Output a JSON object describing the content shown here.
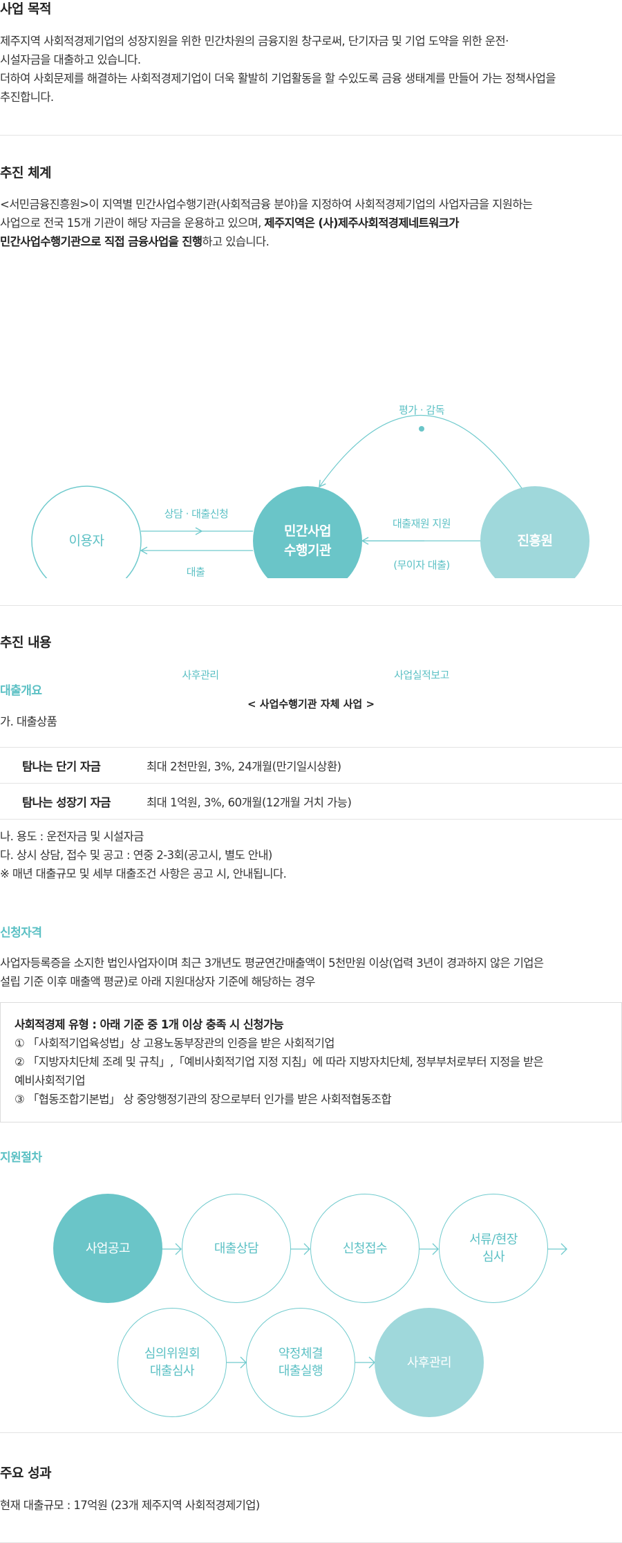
{
  "purpose": {
    "title": "사업 목적",
    "line1": "제주지역 사회적경제기업의 성장지원을 위한 민간차원의 금융지원 창구로써, 단기자금 및 기업 도약을 위한 운전·",
    "line2": "시설자금을 대출하고 있습니다.",
    "line3": "더하여 사회문제를 해결하는 사회적경제기업이 더욱 활발히 기업활동을 할 수있도록 금융 생태계를 만들어 가는 정책사업을",
    "line4": "추진합니다."
  },
  "system": {
    "title": "추진 체계",
    "line1": "<서민금융진흥원>이 지역별 민간사업수행기관(사회적금융 분야)을 지정하여 사회적경제기업의 사업자금을 지원하는",
    "line2a": "사업으로 전국 15개 기관이 해당 자금을 운용하고 있으며, ",
    "line2b": "제주지역은 (사)제주사회적경제네트워크가",
    "line3a": "민간사업수행기관으로 직접 금융사업을 진행",
    "line3b": "하고 있습니다.",
    "diagram": {
      "user": "이용자",
      "agency_l1": "민간사업",
      "agency_l2": "수행기관",
      "promotion": "진흥원",
      "eval": "평가 · 감독",
      "consult": "상담 · 대출신청",
      "loan": "대출",
      "fund_support": "대출재원 지원",
      "no_interest": "(무이자 대출)",
      "aftercare": "사후관리",
      "report": "사업실적보고",
      "caption": "< 사업수행기관 자체 사업 >"
    }
  },
  "content": {
    "title": "추진 내용",
    "overview_title": "대출개요",
    "product_label": "가. 대출상품",
    "loans": [
      {
        "name": "탐나는 단기 자금",
        "desc": "최대 2천만원, 3%, 24개월(만기일시상환)"
      },
      {
        "name": "탐나는 성장기 자금",
        "desc": "최대 1억원, 3%, 60개월(12개월 거치 가능)"
      }
    ],
    "note1": "나. 용도 : 운전자금 및 시설자금",
    "note2": "다. 상시 상담, 접수 및 공고 : 연중 2-3회(공고시, 별도 안내)",
    "note3": "※ 매년 대출규모 및 세부 대출조건 사항은 공고 시, 안내됩니다.",
    "eligibility_title": "신청자격",
    "elig1": "사업자등록증을 소지한 법인사업자이며 최근 3개년도 평균연간매출액이 5천만원 이상(업력 3년이 경과하지 않은 기업은",
    "elig2": "설립 기준 이후 매출액 평균)로 아래 지원대상자 기준에 해당하는 경우",
    "box_title": "사회적경제 유형 : 아래 기준 중 1개 이상 충족 시 신청가능",
    "box1": "① 「사회적기업육성법」상 고용노동부장관의 인증을 받은 사회적기업",
    "box2a": "② 「지방자치단체 조례 및 규칙」,「예비사회적기업 지정 지침」에 따라 지방자치단체, 정부부처로부터 지정을 받은",
    "box2b": "예비사회적기업",
    "box3": "③ 「협동조합기본법」 상 중앙행정기관의 장으로부터 인가를 받은 사회적협동조합",
    "procedure_title": "지원절차",
    "steps": {
      "s1": "사업공고",
      "s2": "대출상담",
      "s3": "신청접수",
      "s4a": "서류/현장",
      "s4b": "심사",
      "s5a": "심의위원회",
      "s5b": "대출심사",
      "s6a": "약정체결",
      "s6b": "대출실행",
      "s7": "사후관리"
    }
  },
  "results": {
    "title": "주요 성과",
    "text": "현재 대출규모 : 17억원 (23개 제주지역 사회적경제기업)"
  },
  "colors": {
    "accent": "#5bc0c4",
    "filled": "#6ac5c8",
    "light": "#9fd8db"
  }
}
